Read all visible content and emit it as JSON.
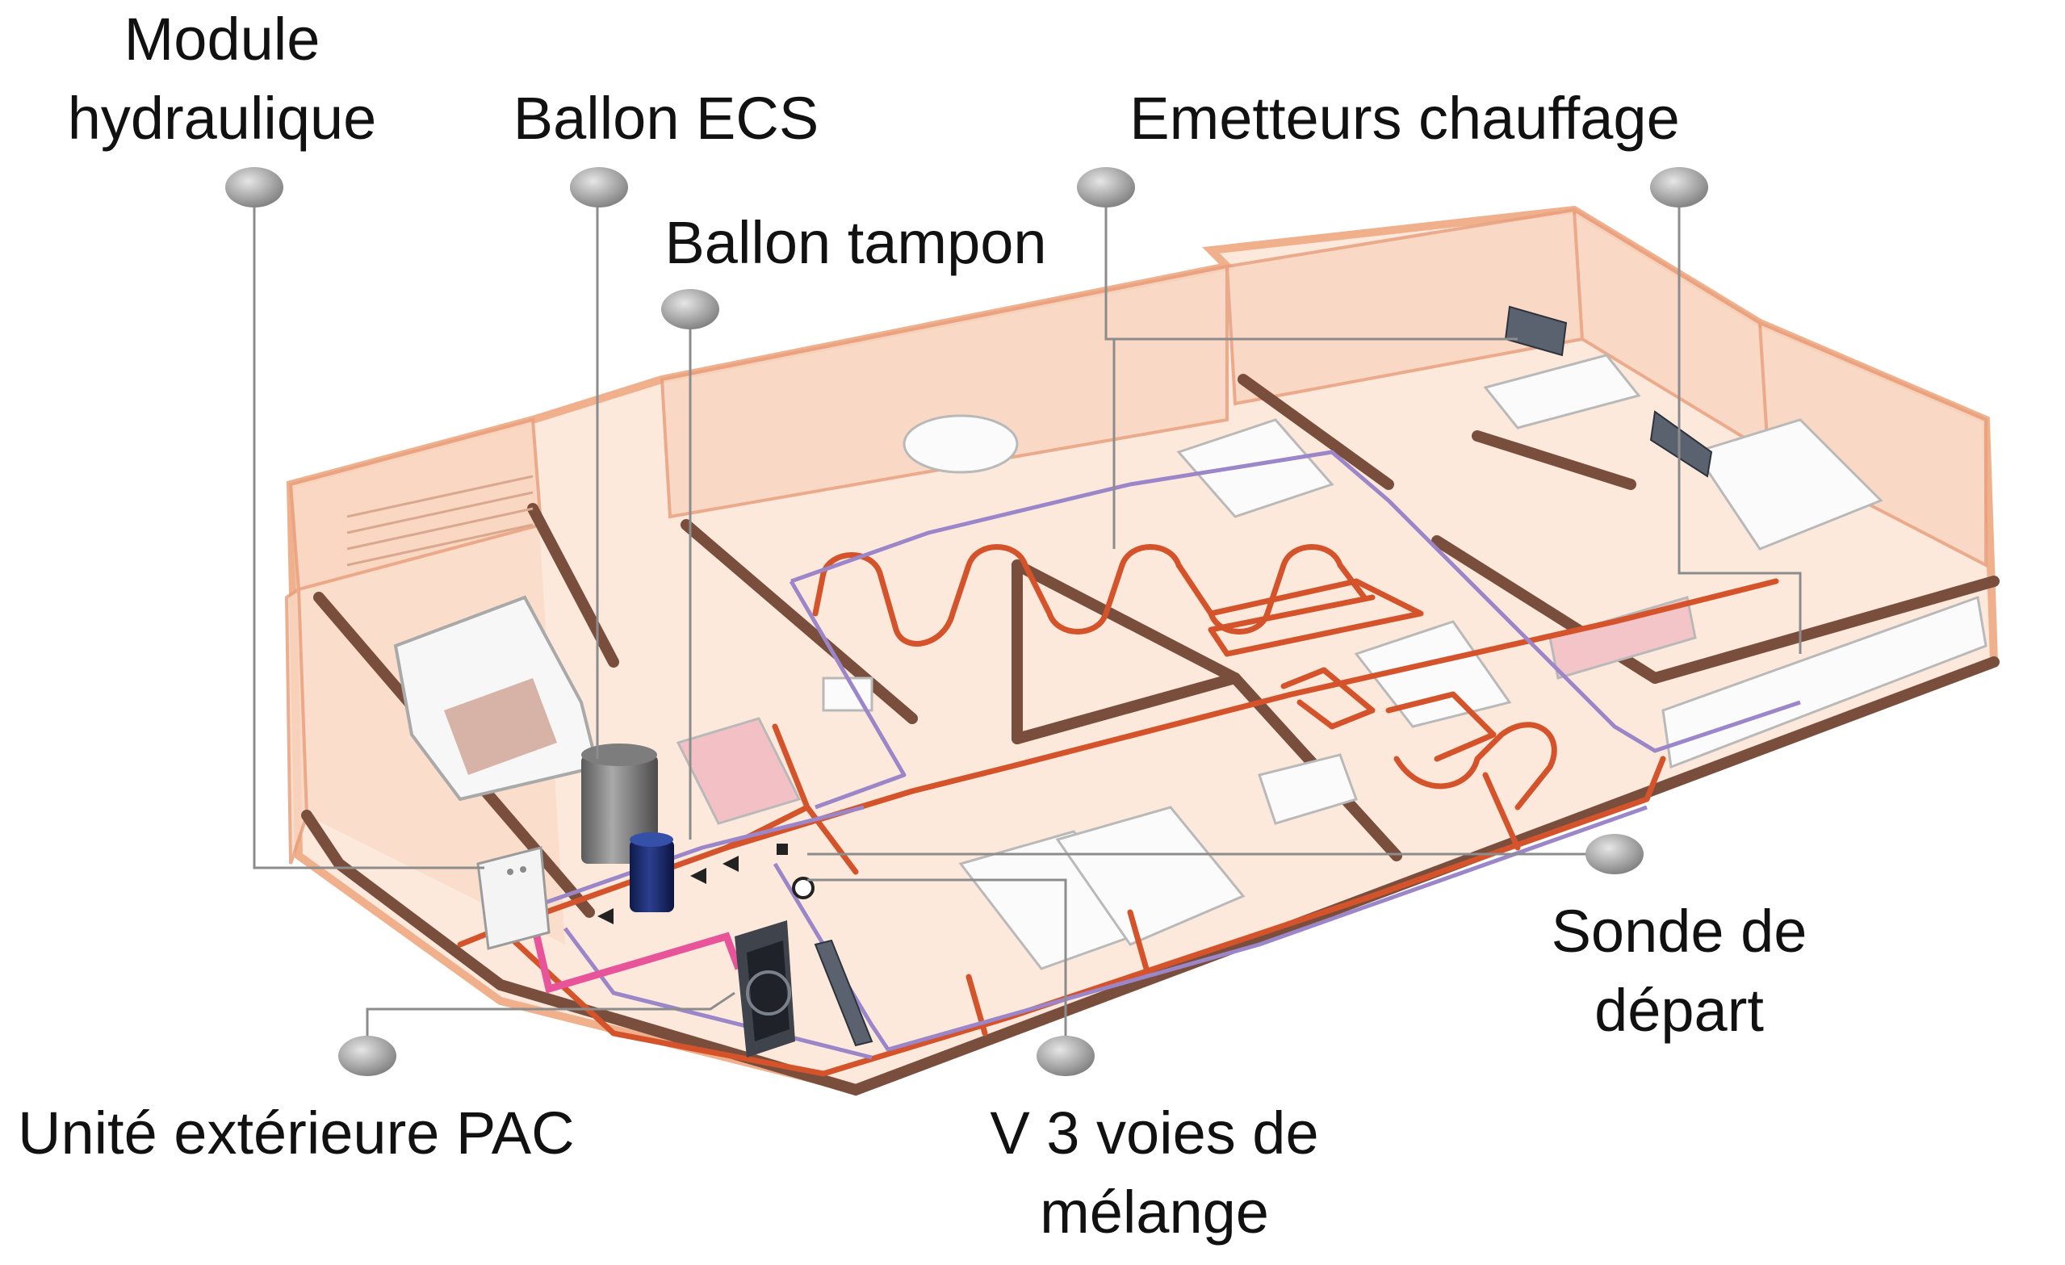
{
  "colors": {
    "wall_fill": "#f9d7c1",
    "wall_edge": "#e9a07e",
    "wall_base": "#8a5a48",
    "floor": "#fde9dc",
    "heating_pipe": "#d4532a",
    "return_pipe": "#9a86c8",
    "refrigerant_pipe": "#e8549a",
    "leader_line": "#8c8c8c",
    "marker": "#a7a7a7",
    "label_text": "#111111"
  },
  "labels": {
    "module_hydraulique": [
      "Module",
      "hydraulique"
    ],
    "ballon_ecs": "Ballon ECS",
    "ballon_tampon": "Ballon tampon",
    "emetteurs_chauffage": "Emetteurs chauffage",
    "sonde_de_depart": [
      "Sonde de",
      "départ"
    ],
    "unite_exterieure_pac": "Unité extérieure PAC",
    "v3_voies": [
      "V 3 voies de",
      "mélange"
    ]
  },
  "icons": {
    "marker": "grey-ellipse-marker",
    "pump": "pump-icon",
    "valve": "three-way-valve-icon",
    "tank_ecs": "hot-water-tank-icon",
    "tank_buffer": "buffer-tank-icon",
    "hydraulic_module": "hydraulic-module-icon",
    "outdoor_unit": "heat-pump-outdoor-unit-icon"
  }
}
